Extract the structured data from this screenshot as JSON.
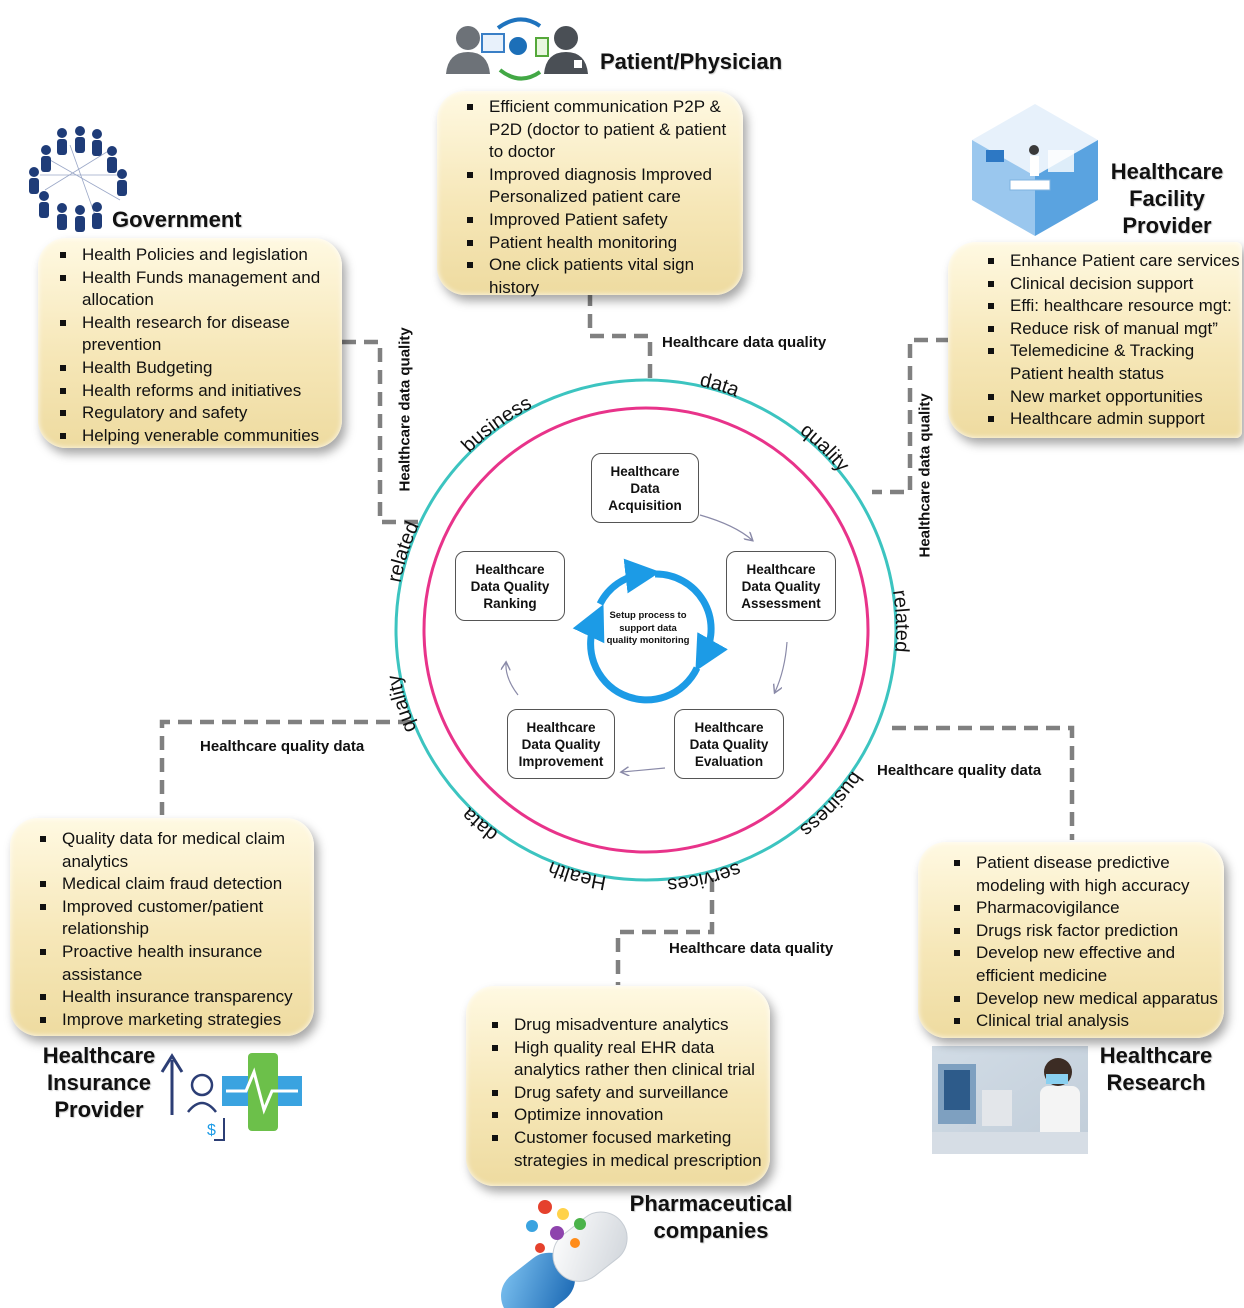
{
  "center": {
    "caption": "Setup process to support data quality monitoring",
    "steps": [
      "Healthcare Data Acquisition",
      "Healthcare Data Quality Assessment",
      "Healthcare Data Quality Evaluation",
      "Healthcare Data Quality Improvement",
      "Healthcare Data Quality Ranking"
    ],
    "ring_words": [
      "business",
      "data",
      "quality",
      "related",
      "business",
      "services",
      "Health",
      "data",
      "quality",
      "related"
    ]
  },
  "patient": {
    "title": "Patient/Physician",
    "items": [
      "Efficient communication P2P & P2D (doctor to patient & patient to doctor",
      "Improved diagnosis Improved Personalized patient care",
      "Improved Patient safety",
      "Patient health monitoring",
      "One click patients vital sign history"
    ]
  },
  "government": {
    "title": "Government",
    "items": [
      "Health Policies and legislation",
      "Health Funds management and allocation",
      "Health research for disease prevention",
      "Health Budgeting",
      "Health reforms and initiatives",
      "Regulatory and safety",
      "Helping venerable communities"
    ]
  },
  "facility": {
    "title": "Healthcare Facility Provider",
    "items": [
      "Enhance Patient care services",
      "Clinical decision support",
      "Effi: healthcare resource mgt:",
      "Reduce risk of manual mgt”",
      "Telemedicine  & Tracking Patient health status",
      "New market opportunities",
      "Healthcare admin support"
    ]
  },
  "insurance": {
    "title": "Healthcare Insurance Provider",
    "items": [
      "Quality data for medical claim analytics",
      "Medical claim fraud detection",
      "Improved customer/patient relationship",
      "Proactive health insurance assistance",
      "Health insurance transparency",
      "Improve marketing strategies"
    ]
  },
  "pharma": {
    "title": "Pharmaceutical companies",
    "items": [
      "Drug misadventure analytics",
      "High quality real EHR data analytics rather then clinical trial",
      "Drug safety and surveillance",
      "Optimize innovation",
      "Customer focused marketing strategies in medical prescription"
    ]
  },
  "research": {
    "title": "Healthcare Research",
    "items": [
      "Patient disease predictive modeling with high accuracy",
      "Pharmacovigilance",
      "Drugs  risk factor prediction",
      "Develop new effective and efficient medicine",
      "Develop new medical apparatus",
      "Clinical trial analysis"
    ]
  },
  "connectors": {
    "top": "Healthcare data quality",
    "left_vertical": "Healthcare data quality",
    "right_vertical": "Healthcare data quality",
    "lower_left": "Healthcare quality data",
    "lower_right": "Healthcare quality data",
    "bottom": "Healthcare data quality"
  },
  "colors": {
    "outer_ring": "#3cc4c0",
    "inner_ring": "#e8338a",
    "cycle_arrow": "#1c9be6",
    "box_fill": "#f6e7b8",
    "connector": "#808080"
  }
}
